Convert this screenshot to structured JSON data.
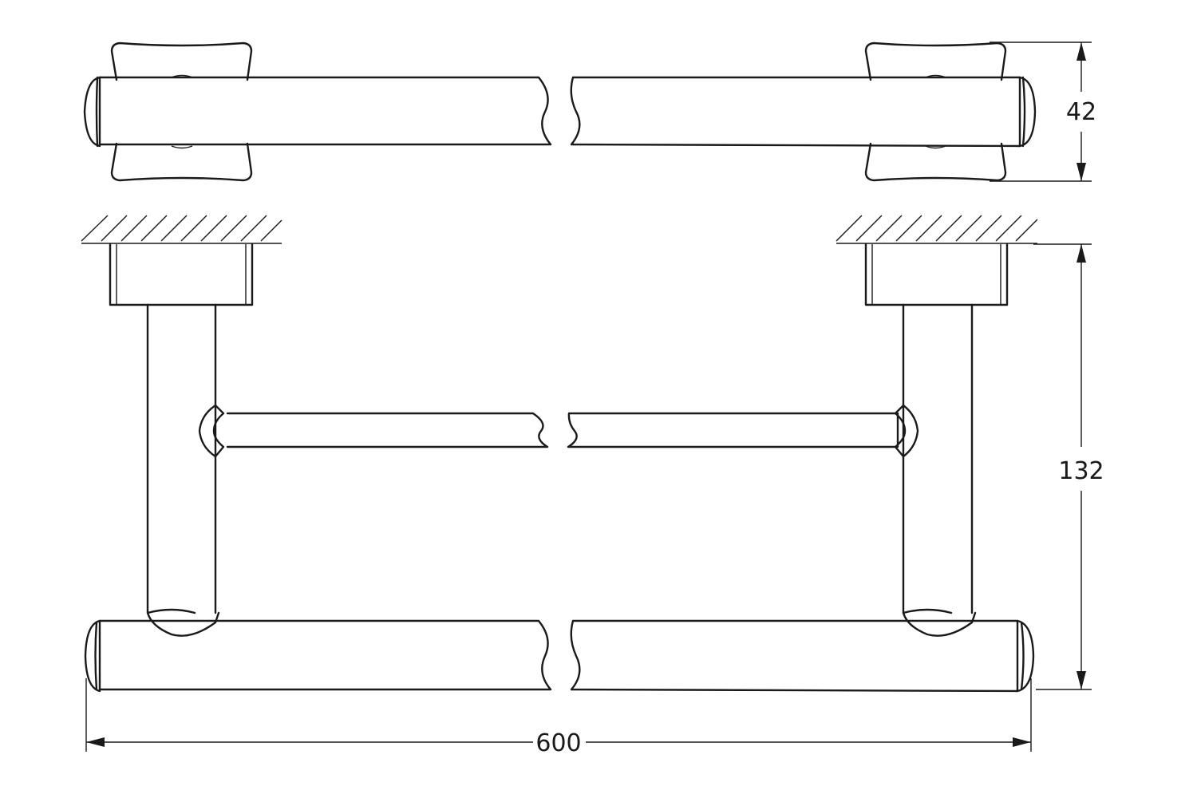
{
  "drawing": {
    "dimensions": {
      "depth": "42",
      "height": "132",
      "width": "600"
    },
    "colors": {
      "line": "#1a1a1a",
      "background": "#ffffff"
    }
  }
}
